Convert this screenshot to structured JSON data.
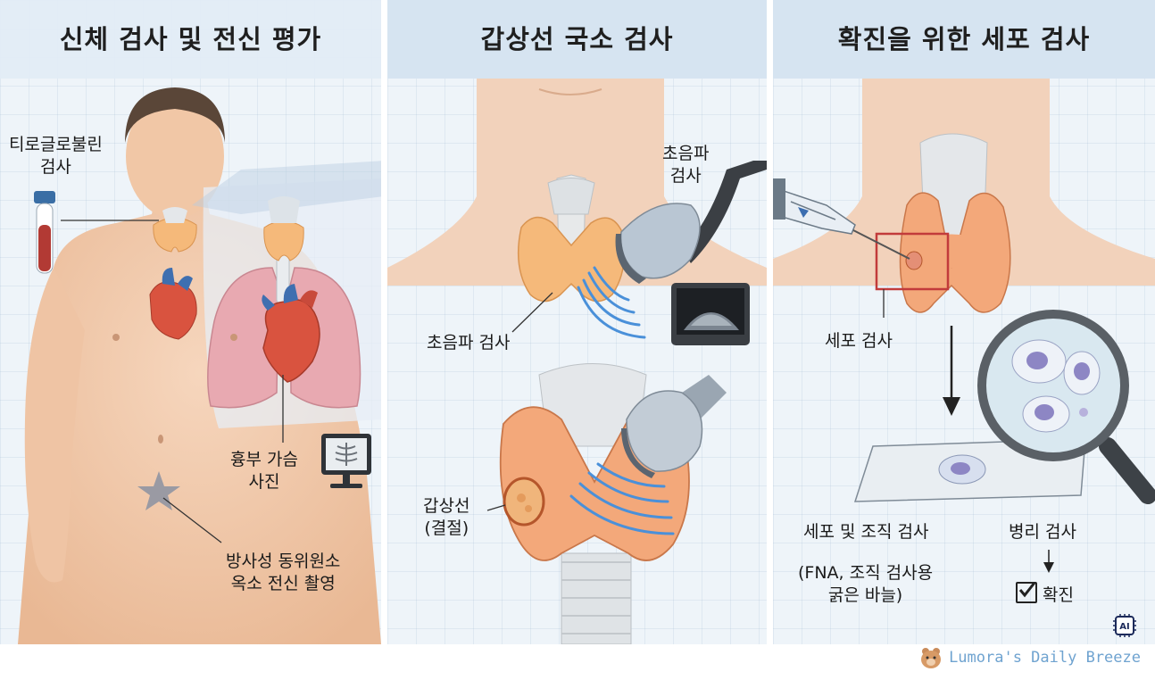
{
  "panels": [
    {
      "title": "신체 검사 및 전신 평가",
      "labels": {
        "thyroglobulin_l1": "티로글로불린",
        "thyroglobulin_l2": "검사",
        "chest_l1": "흉부 가슴",
        "chest_l2": "사진",
        "scan_l1": "방사성 동위원소",
        "scan_l2": "옥소 전신 촬영"
      }
    },
    {
      "title": "갑상선 국소 검사",
      "labels": {
        "probe_l1": "초음파",
        "probe_l2": "검사",
        "ultrasound": "초음파 검사",
        "nodule_l1": "갑상선",
        "nodule_l2": "(결절)"
      }
    },
    {
      "title": "확진을 위한 세포 검사",
      "labels": {
        "cytology": "세포 검사",
        "tissue": "세포 및 조직 검사",
        "fna_l1": "(FNA, 조직 검사용",
        "fna_l2": "굵은 바늘)",
        "pathology": "병리 검사",
        "confirm": "확진"
      }
    }
  ],
  "footer": {
    "credit": "Lumora's Daily Breeze",
    "badge": "AI"
  },
  "colors": {
    "thyroid": "#f5b97a",
    "heart": "#d9533f",
    "lung": "#e8a9b1",
    "skin": "#f3cdb0",
    "probe": "#b9c6d3",
    "accent_red": "#c23b3b",
    "wave": "#4a90d9"
  }
}
